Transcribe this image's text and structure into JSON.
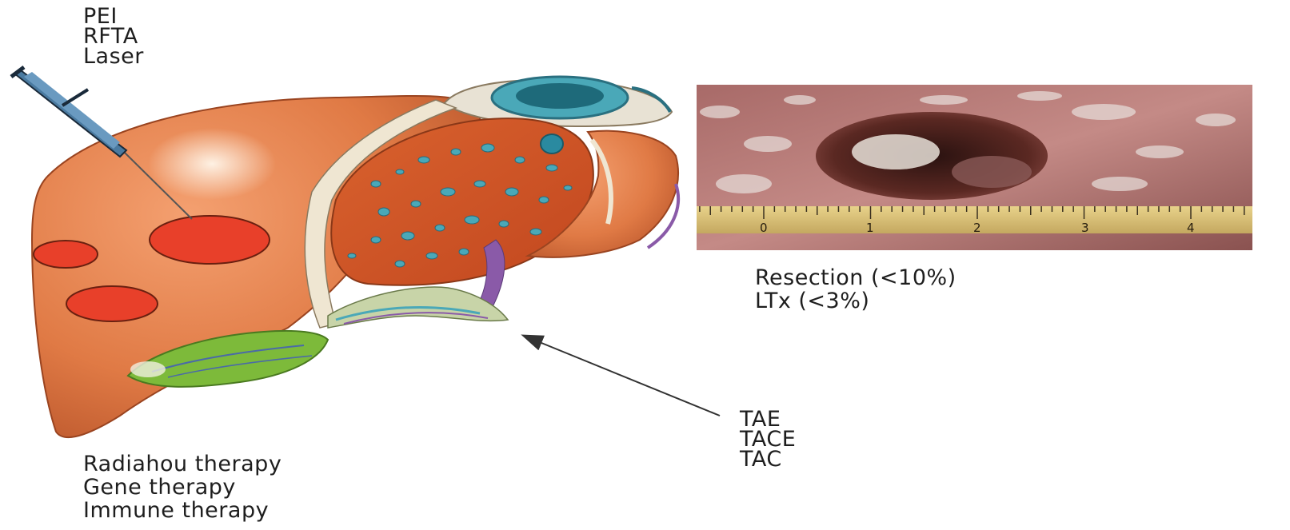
{
  "labels": {
    "ablation": [
      "PEI",
      "RFTA",
      "Laser"
    ],
    "surgery": [
      "Resection (<10%)",
      "LTx (<3%)"
    ],
    "transarterial": [
      "TAE",
      "TACE",
      "TAC"
    ],
    "systemic": [
      "Radiahou therapy",
      "Gene therapy",
      "Immune therapy"
    ]
  },
  "ruler_ticks": [
    "0",
    "1",
    "2",
    "3",
    "4"
  ],
  "colors": {
    "liver": "#e07a45",
    "liver_dark": "#b8542a",
    "tumor": "#e8402a",
    "gallbladder": "#7dba3a",
    "vessel": "#4aa8b8",
    "photo_tissue": "#b97a78",
    "ruler": "#d9c07a"
  }
}
